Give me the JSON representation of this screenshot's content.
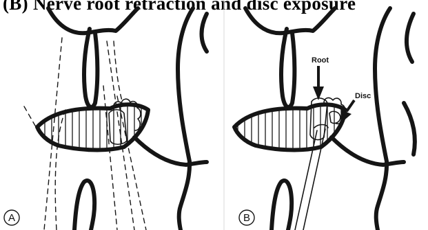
{
  "title": "(B) Nerve root retraction and disc exposure",
  "panels": [
    {
      "label": "A"
    },
    {
      "label": "B",
      "annotations": {
        "root": "Root",
        "disc": "Disc"
      }
    }
  ]
}
